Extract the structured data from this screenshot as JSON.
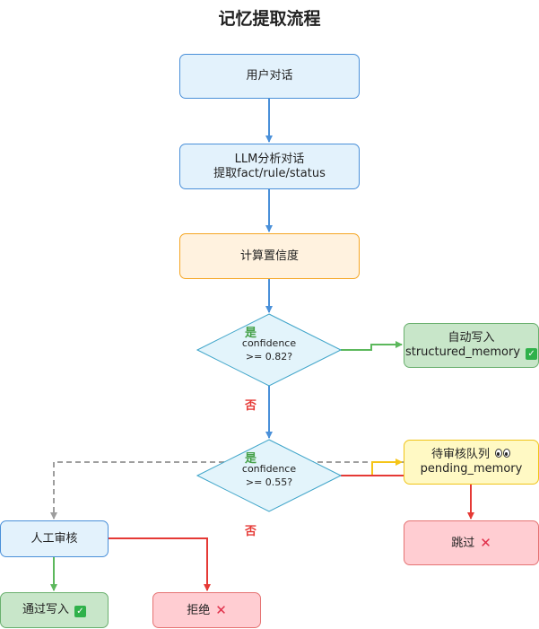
{
  "title": "记忆提取流程",
  "nodes": {
    "user_chat": "用户对话",
    "llm_analyze_line1": "LLM分析对话",
    "llm_analyze_line2": "提取fact/rule/status",
    "compute_confidence": "计算置信度",
    "auto_write_line1": "自动写入",
    "auto_write_line2": "structured_memory",
    "pending_queue_line1": "待审核队列",
    "pending_queue_line2": "pending_memory",
    "skip": "跳过",
    "manual_review": "人工审核",
    "approve_write": "通过写入",
    "reject": "拒绝"
  },
  "decisions": {
    "high": {
      "line1": "confidence",
      "line2": ">= 0.82?",
      "yes": "是",
      "no": "否"
    },
    "low": {
      "line1": "confidence",
      "line2": ">= 0.55?",
      "yes": "是",
      "no": "否"
    }
  },
  "icons": {
    "auto_write": "check-mark-icon",
    "pending_queue": "eyes-icon",
    "skip": "cross-mark-icon",
    "approve_write": "check-mark-icon",
    "reject": "cross-mark-icon"
  },
  "colors": {
    "flow_blue": "#4a90d9",
    "yes_green": "#5cb85c",
    "no_red": "#e53935",
    "pending_yellow": "#f5c518",
    "dashed_gray": "#9e9e9e"
  }
}
